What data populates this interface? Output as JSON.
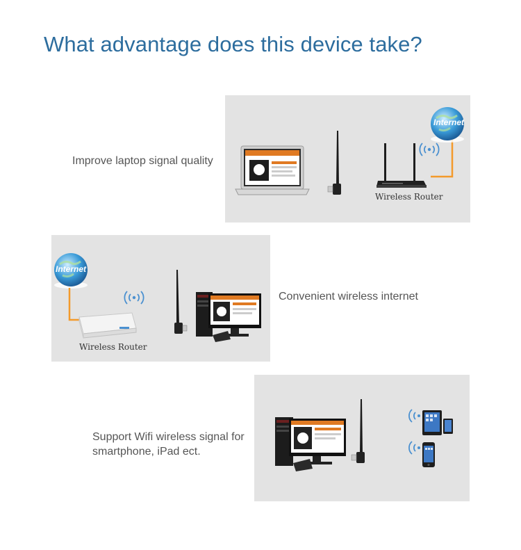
{
  "title": "What advantage does this device take?",
  "panels": [
    {
      "caption": "Improve laptop signal quality",
      "router_label": "Wireless Router",
      "internet_label": "Internet",
      "icons": [
        "laptop-icon",
        "usb-wifi-adapter-icon",
        "wifi-signal-icon",
        "router-icon",
        "internet-globe-icon"
      ]
    },
    {
      "caption": "Convenient wireless internet",
      "router_label": "Wireless Router",
      "internet_label": "Internet",
      "icons": [
        "internet-globe-icon",
        "router-icon",
        "wifi-signal-icon",
        "usb-wifi-adapter-icon",
        "desktop-pc-icon"
      ]
    },
    {
      "caption_line1": "Support Wifi wireless signal for",
      "caption_line2": "smartphone, iPad ect.",
      "icons": [
        "desktop-pc-icon",
        "usb-wifi-adapter-icon",
        "wifi-signal-icon",
        "tablet-icon",
        "smartphone-icon"
      ]
    }
  ],
  "colors": {
    "title": "#2d6d9e",
    "panel_bg": "#e3e3e3",
    "orange_line": "#f39a2b",
    "globe": "#3a9bd8",
    "wifi_waves": "#4a90d0"
  }
}
